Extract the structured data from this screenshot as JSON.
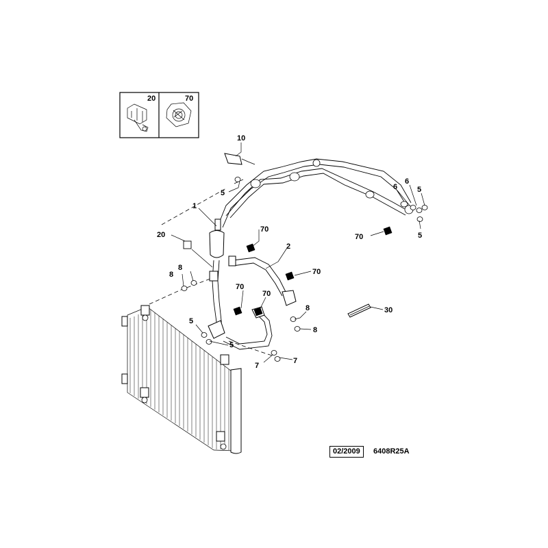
{
  "inset": {
    "left_label": "20",
    "right_label": "70"
  },
  "callouts": {
    "c10": "10",
    "c5_top": "5",
    "c1": "1",
    "c20": "20",
    "c70_a": "70",
    "c2": "2",
    "c70_b": "70",
    "c8_a": "8",
    "c8_b": "8",
    "c70_c": "70",
    "c70_d": "70",
    "c8_c": "8",
    "c8_d": "8",
    "c5_mid": "5",
    "c5_low": "5",
    "c7_a": "7",
    "c7_b": "7",
    "c6_a": "6",
    "c6_b": "6",
    "c5_r1": "5",
    "c5_r2": "5",
    "c70_e": "70",
    "c30": "30"
  },
  "footer": {
    "date": "02/2009",
    "reference": "6408R25A"
  }
}
